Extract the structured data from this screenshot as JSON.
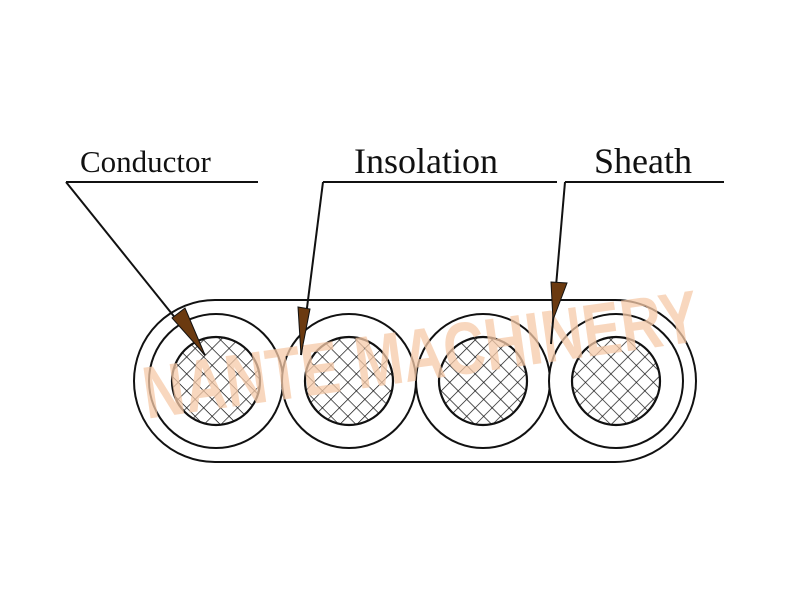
{
  "labels": {
    "conductor": "Conductor",
    "insolation": "Insolation",
    "sheath": "Sheath"
  },
  "watermark": {
    "text": "NANTE MACHINERY",
    "color": "#f6c9a8"
  },
  "colors": {
    "line": "#111111",
    "arrow_fill": "#6b3a10",
    "background": "#ffffff"
  }
}
